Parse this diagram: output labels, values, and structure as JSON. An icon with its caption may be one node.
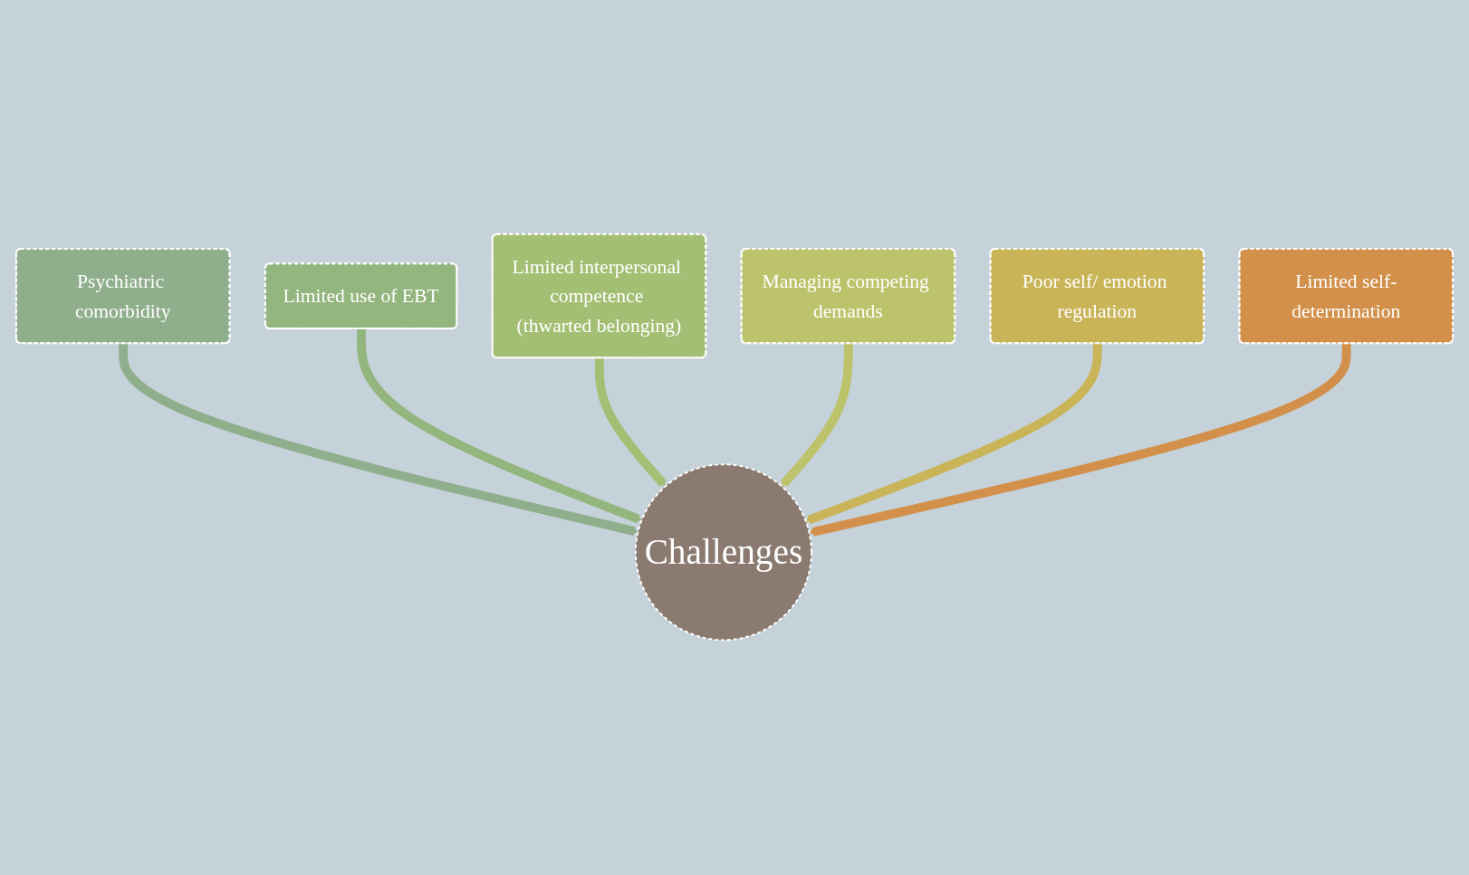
{
  "diagram": {
    "nodes": [
      {
        "text": [
          "Psychiatric comorbidity"
        ]
      },
      {
        "text": [
          "Limited use of EBT"
        ]
      },
      {
        "text": [
          "Limited interpersonal competence (thwarted belonging)"
        ]
      },
      {
        "text": [
          "Managing competing demands"
        ]
      },
      {
        "text": [
          "Poor self/ emotion regulation"
        ]
      },
      {
        "text": [
          "Limited self-determination"
        ]
      },
      {
        "text": [
          "Challenges"
        ]
      }
    ],
    "edges": [
      {
        "from": 0,
        "to": 6,
        "arrow": "to",
        "color": "#8fae8b"
      },
      {
        "from": 1,
        "to": 6,
        "arrow": "to",
        "color": "#93b57e"
      },
      {
        "from": 2,
        "to": 6,
        "arrow": "to",
        "color": "#a3bf74"
      },
      {
        "from": 3,
        "to": 6,
        "arrow": "to",
        "color": "#bcc36a"
      },
      {
        "from": 4,
        "to": 6,
        "arrow": "to",
        "color": "#c9b458"
      },
      {
        "from": 5,
        "to": 6,
        "arrow": "to",
        "color": "#d2904a"
      }
    ]
  }
}
